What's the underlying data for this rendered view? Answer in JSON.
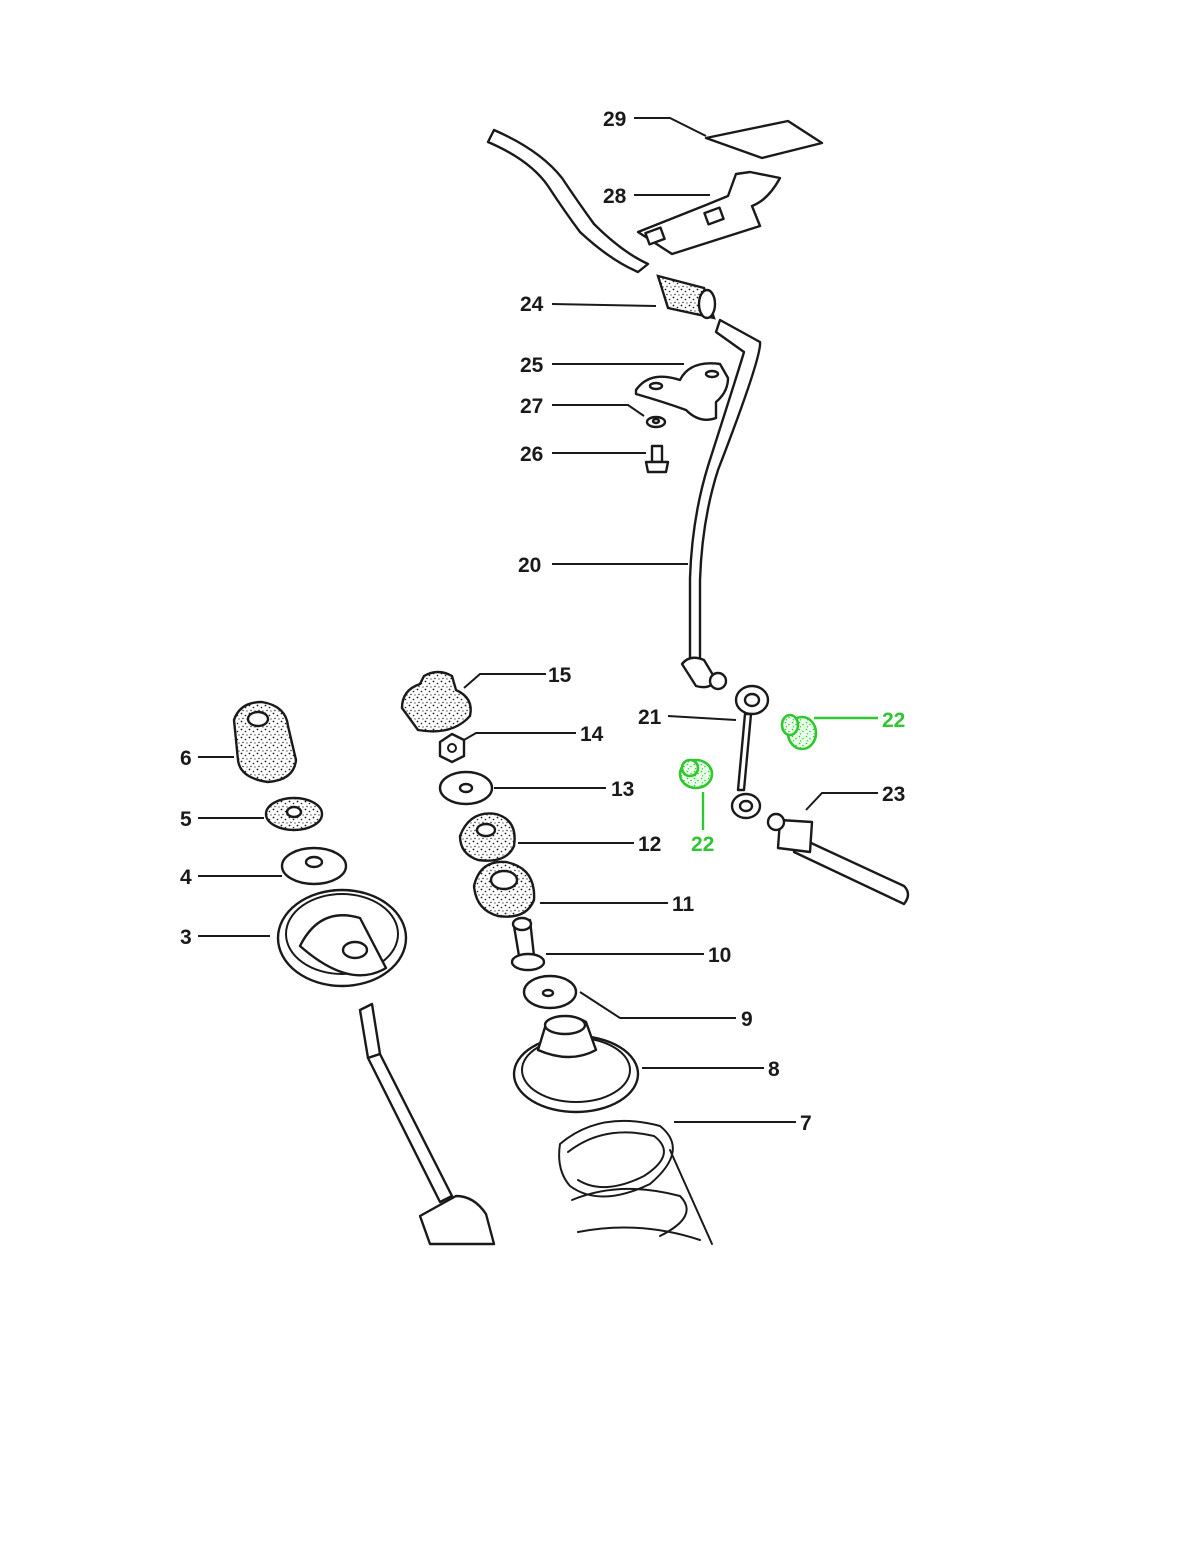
{
  "diagram": {
    "highlight_color": "#2fc62f",
    "line_color": "#1a1a1a",
    "callouts": [
      {
        "id": "c29",
        "label": "29"
      },
      {
        "id": "c28",
        "label": "28"
      },
      {
        "id": "c24",
        "label": "24"
      },
      {
        "id": "c25",
        "label": "25"
      },
      {
        "id": "c27",
        "label": "27"
      },
      {
        "id": "c26",
        "label": "26"
      },
      {
        "id": "c20",
        "label": "20"
      },
      {
        "id": "c15",
        "label": "15"
      },
      {
        "id": "c21",
        "label": "21"
      },
      {
        "id": "c22a",
        "label": "22",
        "highlighted": true
      },
      {
        "id": "c22b",
        "label": "22",
        "highlighted": true
      },
      {
        "id": "c14",
        "label": "14"
      },
      {
        "id": "c6",
        "label": "6"
      },
      {
        "id": "c13",
        "label": "13"
      },
      {
        "id": "c23",
        "label": "23"
      },
      {
        "id": "c5",
        "label": "5"
      },
      {
        "id": "c12",
        "label": "12"
      },
      {
        "id": "c4",
        "label": "4"
      },
      {
        "id": "c11",
        "label": "11"
      },
      {
        "id": "c3",
        "label": "3"
      },
      {
        "id": "c10",
        "label": "10"
      },
      {
        "id": "c9",
        "label": "9"
      },
      {
        "id": "c8",
        "label": "8"
      },
      {
        "id": "c7",
        "label": "7"
      }
    ]
  }
}
